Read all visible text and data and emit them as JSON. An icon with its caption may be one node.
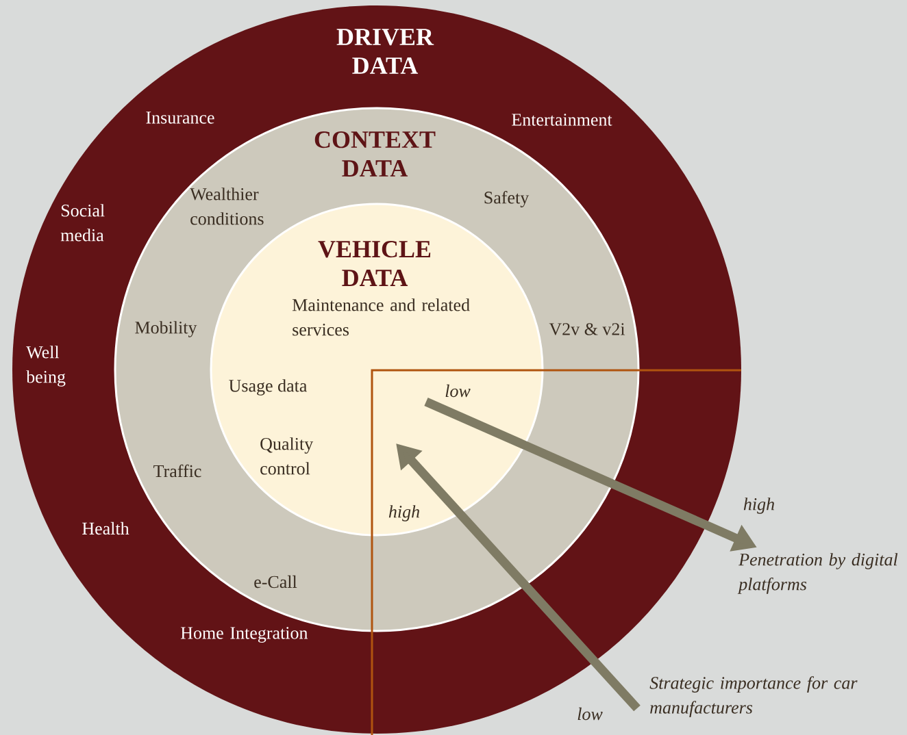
{
  "diagram": {
    "nodes": [
      {
        "text": [
          "DRIVER DATA",
          "Insurance",
          "Entertainment",
          "Social media",
          "Well being",
          "Health",
          "Home Integration"
        ]
      },
      {
        "text": [
          "CONTEXT DATA",
          "Wealthier conditions",
          "Safety",
          "Mobility",
          "V2v & v2i",
          "Traffic",
          "e-Call"
        ],
        "in": 0
      },
      {
        "text": [
          "VEHICLE DATA",
          "Maintenance and related services",
          "Usage data",
          "Quality control"
        ],
        "in": 1
      }
    ],
    "labels": [
      "low",
      "high",
      "high",
      "Penetration by digital platforms",
      "Strategic importance for car manufacturers",
      "low"
    ]
  }
}
